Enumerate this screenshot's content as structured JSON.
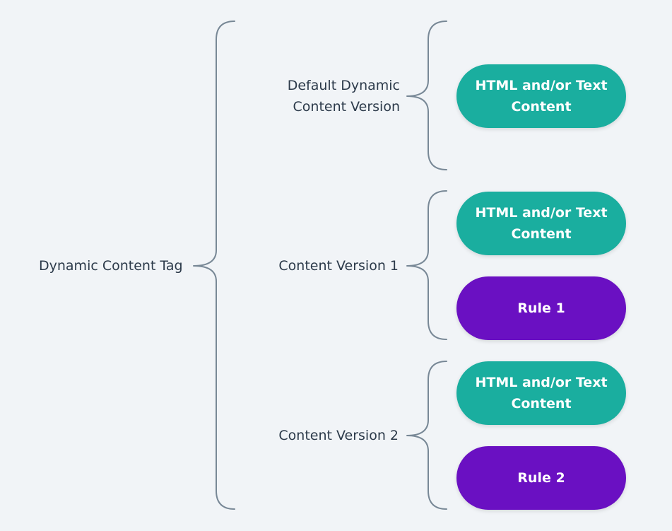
{
  "colors": {
    "background": "#f1f4f7",
    "bracket": "#788896",
    "label_text": "#2c3a4a",
    "content_pill": "#1aae9f",
    "rule_pill": "#6a10c2",
    "pill_text": "#ffffff"
  },
  "root": {
    "label": "Dynamic Content Tag"
  },
  "versions": [
    {
      "label_line1": "Default Dynamic",
      "label_line2": "Content Version",
      "content": {
        "line1": "HTML and/or Text",
        "line2": "Content"
      }
    },
    {
      "label": "Content Version 1",
      "content": {
        "line1": "HTML and/or Text",
        "line2": "Content"
      },
      "rule": "Rule 1"
    },
    {
      "label": "Content Version 2",
      "content": {
        "line1": "HTML and/or Text",
        "line2": "Content"
      },
      "rule": "Rule 2"
    }
  ]
}
